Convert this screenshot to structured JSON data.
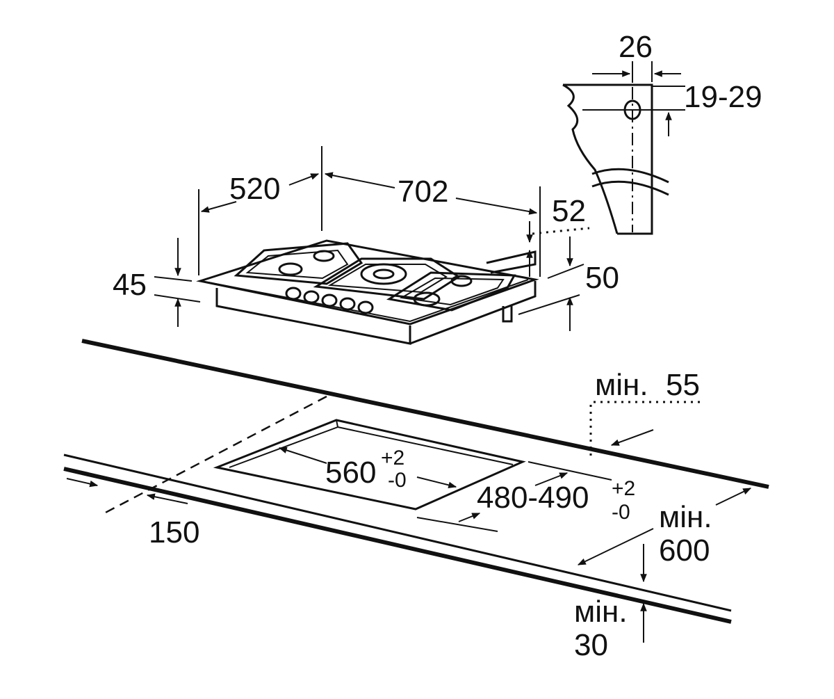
{
  "hob_dimensions": {
    "depth": "520",
    "width": "702",
    "height": "45",
    "connector_offset": "52",
    "connector_height": "50"
  },
  "gas_connector_detail": {
    "width": "26",
    "offset": "19-29"
  },
  "cutout": {
    "width": "560",
    "width_tol_plus": "+2",
    "width_tol_minus": "-0",
    "depth": "480-490",
    "depth_tol_plus": "+2",
    "depth_tol_minus": "-0"
  },
  "clearances": {
    "side": "150",
    "rear_prefix": "мін.",
    "rear_value": "55",
    "front_prefix": "мін.",
    "front_value": "600",
    "below_prefix": "мін.",
    "below_value": "30"
  }
}
